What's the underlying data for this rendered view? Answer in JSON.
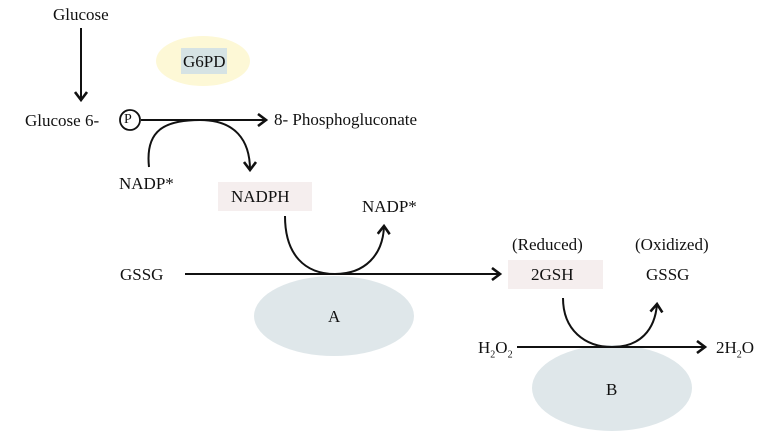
{
  "nodes": {
    "glucose": "Glucose",
    "glucose6": "Glucose 6-",
    "phosphate": "P",
    "phosphogluconate": "8- Phosphogluconate",
    "nadp_in": "NADP*",
    "nadph": "NADPH",
    "nadp_out": "NADP*",
    "gssg_in": "GSSG",
    "reduced_label": "(Reduced)",
    "gsh": "2GSH",
    "oxidized_label": "(Oxidized)",
    "gssg_out": "GSSG",
    "h2o2": {
      "base": "H",
      "sub1": "2",
      "mid": "O",
      "sub2": "2"
    },
    "water": {
      "pre": "2H",
      "sub": "2",
      "post": "O"
    }
  },
  "enzymes": {
    "g6pd": "G6PD",
    "a": "A",
    "b": "B"
  },
  "colors": {
    "g6pd_halo": "#fdf8d6",
    "g6pd_box": "#d6e3e4",
    "highlight_box": "#f5eeee",
    "enzyme_ellipse": "#dfe7ea",
    "line": "#111111"
  }
}
